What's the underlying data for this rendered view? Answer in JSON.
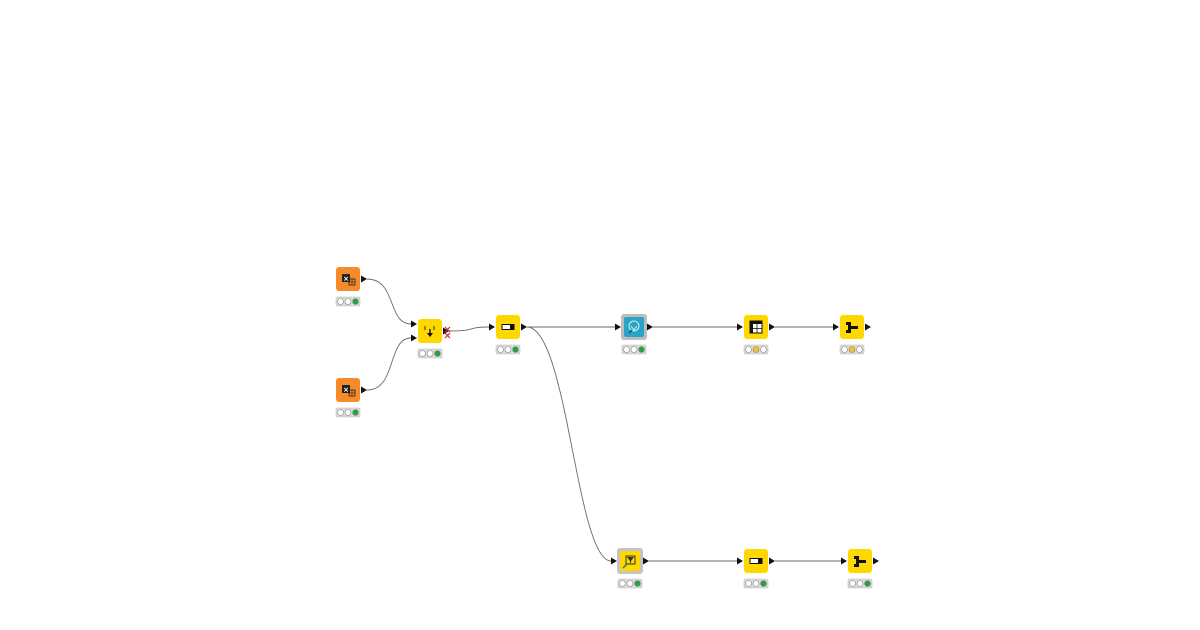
{
  "workflow": {
    "colors": {
      "source": "#F68B2A",
      "manipulator": "#FFD800",
      "predictor": "#28A4C4",
      "status_off": "#ffffff",
      "status_yellow": "#F2C230",
      "status_green": "#27A23F",
      "connection": "#6a6a6a"
    },
    "nodes": [
      {
        "id": "excel-reader-1",
        "kind": "source",
        "icon": "excel-reader-icon",
        "label": "",
        "status": "green",
        "inputs": 0,
        "outputs": 1
      },
      {
        "id": "excel-reader-2",
        "kind": "source",
        "icon": "excel-reader-icon",
        "label": "",
        "status": "green",
        "inputs": 0,
        "outputs": 1
      },
      {
        "id": "concatenate",
        "kind": "manipulator",
        "icon": "concatenate-icon",
        "label": "",
        "status": "green",
        "inputs": 2,
        "outputs": 1,
        "warning": true
      },
      {
        "id": "column-filter-1",
        "kind": "manipulator",
        "icon": "column-filter-icon",
        "label": "",
        "status": "green",
        "inputs": 1,
        "outputs": 1
      },
      {
        "id": "model-predictor",
        "kind": "predictor",
        "icon": "predictor-icon",
        "label": "",
        "status": "green",
        "inputs": 1,
        "outputs": 1
      },
      {
        "id": "pivot",
        "kind": "manipulator",
        "icon": "pivot-table-icon",
        "label": "",
        "status": "yellow",
        "inputs": 1,
        "outputs": 1
      },
      {
        "id": "joiner-1",
        "kind": "manipulator",
        "icon": "joiner-icon",
        "label": "",
        "status": "yellow",
        "inputs": 1,
        "outputs": 1
      },
      {
        "id": "row-filter",
        "kind": "manipulator-meta",
        "icon": "row-filter-icon",
        "label": "",
        "status": "green",
        "inputs": 1,
        "outputs": 1
      },
      {
        "id": "column-filter-2",
        "kind": "manipulator",
        "icon": "column-filter-icon",
        "label": "",
        "status": "green",
        "inputs": 1,
        "outputs": 1
      },
      {
        "id": "joiner-2",
        "kind": "manipulator",
        "icon": "joiner-icon",
        "label": "",
        "status": "green",
        "inputs": 1,
        "outputs": 1
      }
    ],
    "connections": [
      {
        "from": "excel-reader-1",
        "to": "concatenate",
        "to_port": 0
      },
      {
        "from": "excel-reader-2",
        "to": "concatenate",
        "to_port": 1
      },
      {
        "from": "concatenate",
        "to": "column-filter-1",
        "to_port": 0
      },
      {
        "from": "column-filter-1",
        "to": "model-predictor",
        "to_port": 0
      },
      {
        "from": "model-predictor",
        "to": "pivot",
        "to_port": 0
      },
      {
        "from": "pivot",
        "to": "joiner-1",
        "to_port": 0
      },
      {
        "from": "column-filter-1",
        "to": "row-filter",
        "to_port": 0
      },
      {
        "from": "row-filter",
        "to": "column-filter-2",
        "to_port": 0
      },
      {
        "from": "column-filter-2",
        "to": "joiner-2",
        "to_port": 0
      }
    ]
  }
}
